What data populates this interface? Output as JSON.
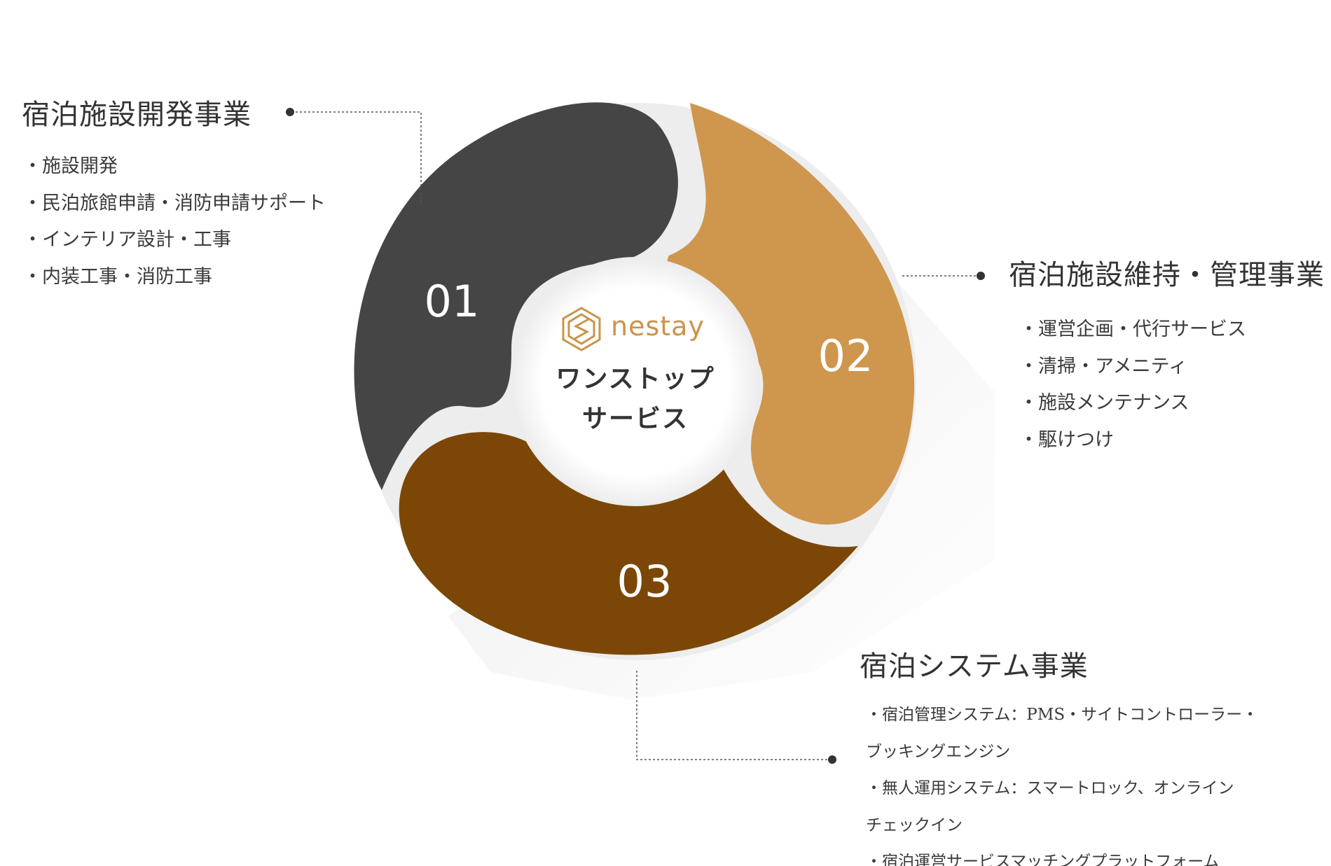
{
  "center": {
    "brand": "nestay",
    "line1": "ワンストップ",
    "line2": "サービス"
  },
  "colors": {
    "segment_01": "#454545",
    "segment_02": "#cf964e",
    "segment_03": "#7c4706",
    "brand": "#c9944b",
    "text": "#333333"
  },
  "segments": [
    {
      "number": "01",
      "title": "宿泊施設開発事業",
      "items": [
        "・施設開発",
        "・民泊旅館申請・消防申請サポート",
        "・インテリア設計・工事",
        "・内装工事・消防工事"
      ]
    },
    {
      "number": "02",
      "title": "宿泊施設維持・管理事業",
      "items": [
        "・運営企画・代行サービス",
        "・清掃・アメニティ",
        "・施設メンテナンス",
        "・駆けつけ"
      ]
    },
    {
      "number": "03",
      "title": "宿泊システム事業",
      "items": [
        "・宿泊管理システム：PMS・サイトコントローラー・",
        "ブッキングエンジン",
        "・無人運用システム：スマートロック、オンライン",
        "チェックイン",
        "・宿泊運営サービスマッチングプラットフォーム"
      ]
    }
  ]
}
